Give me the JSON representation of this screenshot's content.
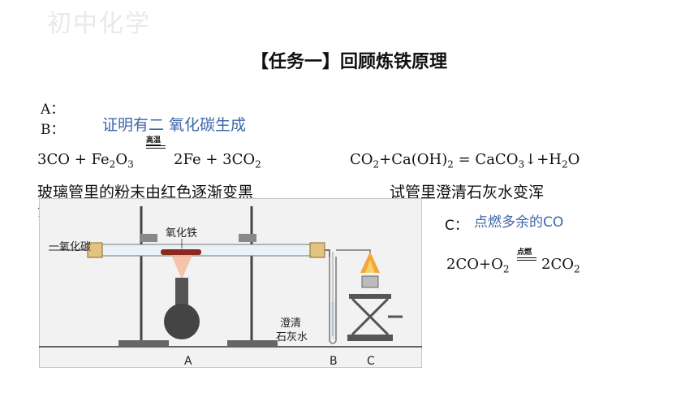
{
  "watermark": "初中化学",
  "title": "【任务一】回顾炼铁原理",
  "labels": {
    "a": "A：",
    "b": "B：",
    "b_answer": "证明有二 氧化碳生成",
    "c": "C：",
    "c_answer": "点燃多余的CO"
  },
  "equation1": {
    "reactants": [
      "3CO + Fe",
      "2",
      "O",
      "3"
    ],
    "condition": "高温",
    "products": [
      "2Fe + 3CO",
      "2"
    ]
  },
  "equation2": {
    "parts": [
      "CO",
      "2",
      "+Ca(OH)",
      "2",
      " = CaCO",
      "3",
      "↓+H",
      "2",
      "O"
    ]
  },
  "equation3": {
    "reactants": [
      "2CO+O",
      "2"
    ],
    "condition": "点燃",
    "products": [
      "2CO",
      "2"
    ]
  },
  "observations": {
    "tube": "玻璃管里的粉末由红色逐渐变黑",
    "tube_wrap": "浊",
    "limewater": "试管里澄清石灰水变浑"
  },
  "figure": {
    "gas_label": "一氧化碳",
    "oxide_label": "氧化铁",
    "limewater_label_1": "澄清",
    "limewater_label_2": "石灰水",
    "label_a": "A",
    "label_b": "B",
    "label_c": "C"
  }
}
